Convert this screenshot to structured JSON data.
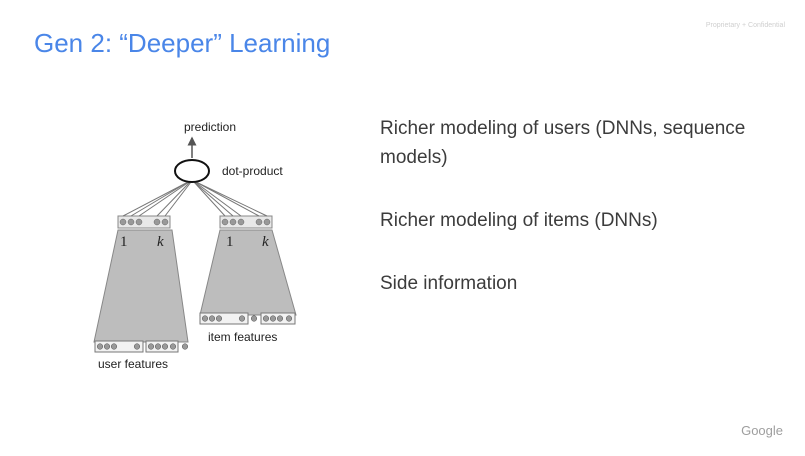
{
  "slide": {
    "title": "Gen 2: “Deeper” Learning",
    "confidential": "Proprietary + Confidential",
    "brand": "Google"
  },
  "diagram": {
    "prediction": "prediction",
    "dot_product": "dot-product",
    "user_features": "user features",
    "item_features": "item features",
    "emb_start": "1",
    "emb_end": "k"
  },
  "bullets": [
    "Richer modeling of users (DNNs, sequence models)",
    "Richer modeling of items (DNNs)",
    "Side information"
  ]
}
